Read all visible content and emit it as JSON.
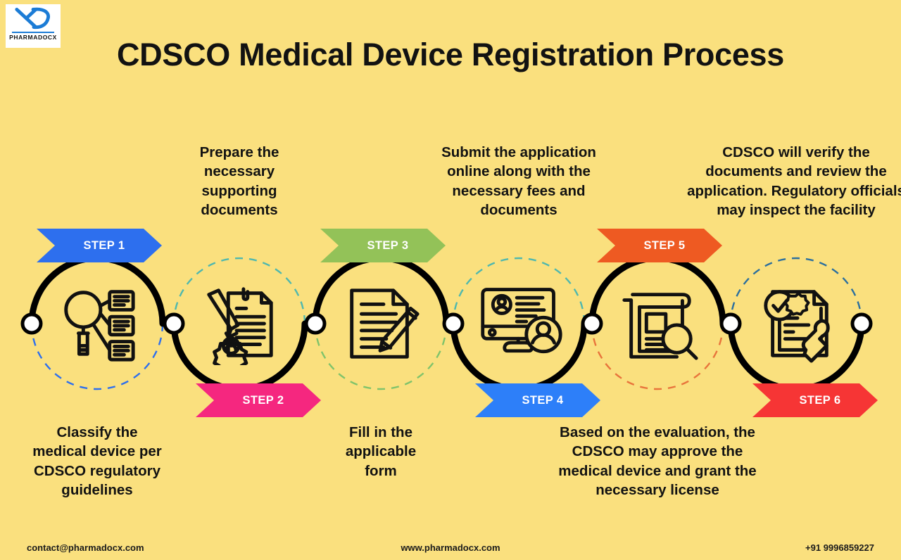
{
  "brand": {
    "logo_word": "PHARMADOCX",
    "logo_icon": "pharmadocx-xd-monogram"
  },
  "header": {
    "title": "CDSCO Medical Device Registration Process"
  },
  "theme": {
    "background": "#FAE07E",
    "text": "#121212",
    "connector": "#000000",
    "node_fill": "#FFFFFF"
  },
  "steps": [
    {
      "id": "step-1",
      "label": "STEP 1",
      "caption": "Classify the\nmedical device per\nCDSCO regulatory\nguidelines",
      "color": "#2D6FEE",
      "dash_color": "#2D6FEE",
      "banner_position": "top",
      "caption_position": "bottom",
      "icon": "magnifier-with-document-list-icon"
    },
    {
      "id": "step-2",
      "label": "STEP 2",
      "caption": "Prepare the\nnecessary\nsupporting\ndocuments",
      "color": "#F5277F",
      "dash_color": "#4FB8AE",
      "banner_position": "bottom",
      "caption_position": "top",
      "icon": "document-pencil-gear-icon"
    },
    {
      "id": "step-3",
      "label": "STEP 3",
      "caption": "Fill in the\napplicable\nform",
      "color": "#93C258",
      "dash_color": "#7FC36B",
      "banner_position": "top",
      "caption_position": "bottom",
      "icon": "document-with-pencil-icon"
    },
    {
      "id": "step-4",
      "label": "STEP 4",
      "caption": "Submit the application\nonline along with the\nnecessary fees and\ndocuments",
      "color": "#2D7FF9",
      "dash_color": "#4FB8AE",
      "banner_position": "bottom",
      "caption_position": "top",
      "icon": "online-application-monitor-icon"
    },
    {
      "id": "step-5",
      "label": "STEP 5",
      "caption": "Based on the evaluation, the\nCDSCO may approve the\nmedical device and grant the\nnecessary license",
      "color": "#EE5A22",
      "dash_color": "#E8743B",
      "banner_position": "top",
      "caption_position": "bottom",
      "icon": "documents-review-magnifier-icon"
    },
    {
      "id": "step-6",
      "label": "STEP 6",
      "caption": "CDSCO will verify the\ndocuments and review the\napplication. Regulatory officials\nmay inspect the facility",
      "color": "#F63535",
      "dash_color": "#2B6F9E",
      "banner_position": "bottom",
      "caption_position": "top",
      "icon": "approved-certificate-stamp-icon"
    }
  ],
  "footer": {
    "email": "contact@pharmadocx.com",
    "website": "www.pharmadocx.com",
    "phone": "+91 9996859227"
  }
}
